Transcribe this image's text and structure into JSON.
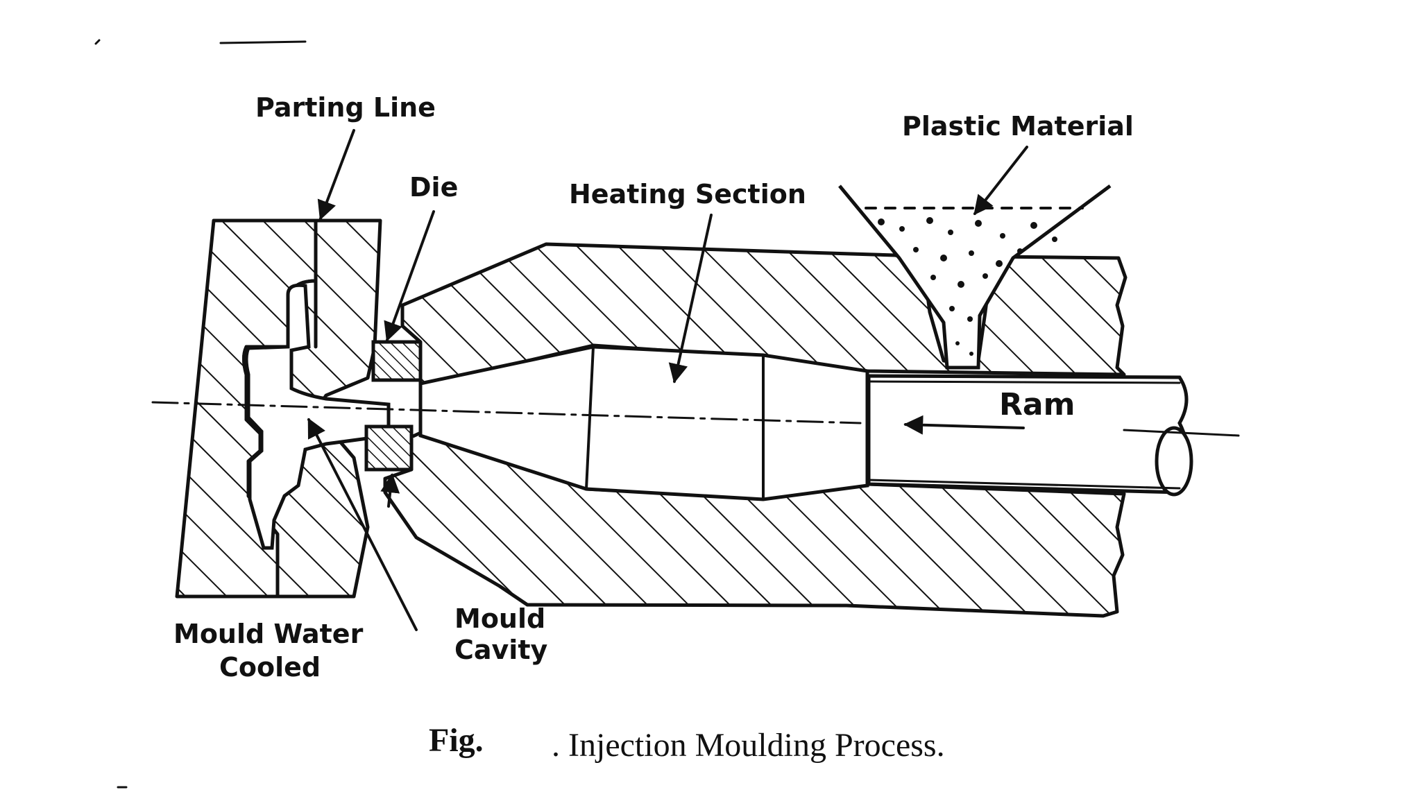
{
  "diagram": {
    "labels": {
      "parting_line": "Parting Line",
      "die": "Die",
      "heating_section": "Heating Section",
      "plastic_material": "Plastic Material",
      "ram": "Ram",
      "mould_water_line1": "Mould Water",
      "mould_water_line2": "Cooled",
      "mould_cavity_line1": "Mould",
      "mould_cavity_line2": "Cavity"
    },
    "caption": {
      "prefix": "Fig.",
      "text": ". Injection Moulding Process."
    }
  }
}
